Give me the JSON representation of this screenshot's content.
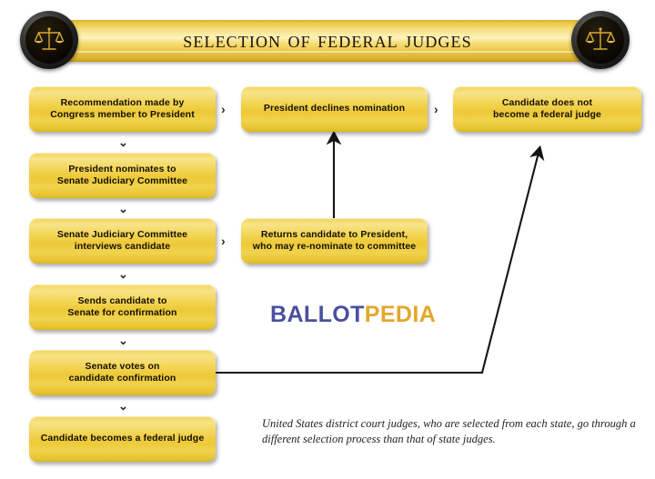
{
  "header": {
    "title": "Selection of Federal Judges",
    "left_icon": "scales-of-justice-icon",
    "right_icon": "scales-of-justice-icon"
  },
  "flow": {
    "left_column": [
      {
        "id": "n1",
        "label": "Recommendation made by\nCongress member to President"
      },
      {
        "id": "n2",
        "label": "President nominates to\nSenate Judiciary Committee"
      },
      {
        "id": "n3",
        "label": "Senate Judiciary Committee\ninterviews candidate"
      },
      {
        "id": "n4",
        "label": "Sends candidate to\nSenate for confirmation"
      },
      {
        "id": "n5",
        "label": "Senate votes on\ncandidate confirmation"
      },
      {
        "id": "n6",
        "label": "Candidate becomes a federal judge"
      }
    ],
    "middle_column": [
      {
        "id": "m1",
        "label": "President declines nomination"
      },
      {
        "id": "m2",
        "label": "Returns candidate to President,\nwho may re-nominate to committee"
      }
    ],
    "right_column": [
      {
        "id": "r1",
        "label": "Candidate does not\nbecome a federal judge"
      }
    ],
    "connectors": {
      "chevron_down": "⌄",
      "chevron_right": "›"
    }
  },
  "logo": {
    "part1": "BALLOT",
    "part2": "PEDIA",
    "color1": "#4a4f9e",
    "color2": "#e3a72c"
  },
  "footnote": {
    "text": "United States district court judges, who are selected from each state, go through a different selection process than that of state judges."
  },
  "colors": {
    "gold_light": "#f7e489",
    "gold_mid": "#f3d452",
    "gold_dark": "#dab723",
    "banner_highlight": "#fdf3bd",
    "text_dark": "#140f04",
    "connector": "#1a1a1a"
  }
}
